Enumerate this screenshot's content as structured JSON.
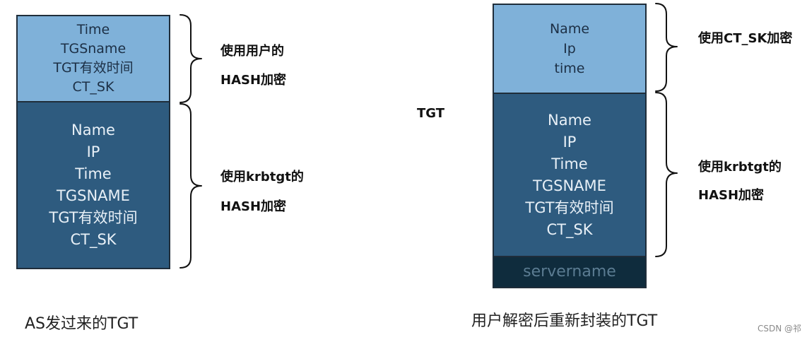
{
  "left_diagram": {
    "top_block": [
      "Time",
      "TGSname",
      "TGT有效时间",
      "CT_SK"
    ],
    "bottom_block": [
      "Name",
      "IP",
      "Time",
      "TGSNAME",
      "TGT有效时间",
      "CT_SK"
    ],
    "top_label": [
      "使用用户的",
      "HASH加密"
    ],
    "bottom_label": [
      "使用krbtgt的",
      "HASH加密"
    ],
    "caption": "AS发过来的TGT"
  },
  "right_diagram": {
    "side_label": "TGT",
    "top_block": [
      "Name",
      "Ip",
      "time"
    ],
    "middle_block": [
      "Name",
      "IP",
      "Time",
      "TGSNAME",
      "TGT有效时间",
      "CT_SK"
    ],
    "bottom_block": [
      "servername"
    ],
    "top_label": "使用CT_SK加密",
    "middle_label": [
      "使用krbtgt的",
      "HASH加密"
    ],
    "caption": "用户解密后重新封装的TGT"
  },
  "watermark": "CSDN @祁"
}
